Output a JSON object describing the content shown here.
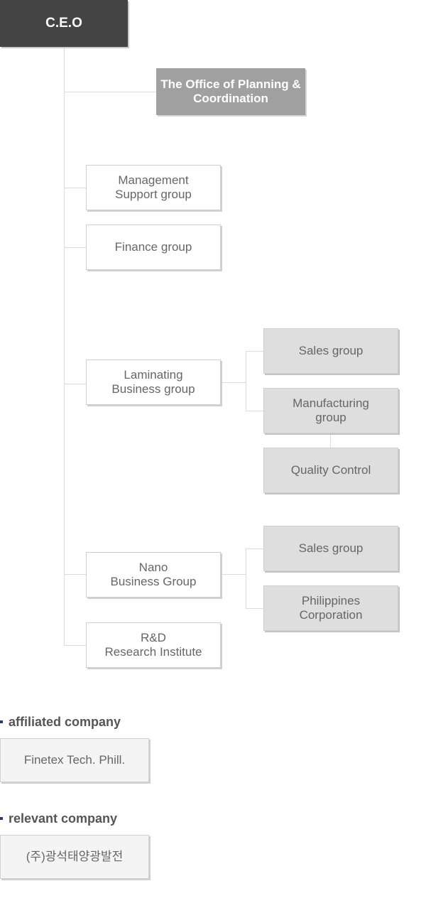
{
  "org": {
    "ceo": "C.E.O",
    "office": "The Office of Planning &\nCoordination",
    "management_support": "Management\nSupport group",
    "finance": "Finance group",
    "laminating": "Laminating\nBusiness group",
    "laminating_sales": "Sales group",
    "laminating_manufacturing": "Manufacturing\ngroup",
    "quality_control": "Quality Control",
    "nano": "Nano\nBusiness Group",
    "nano_sales": "Sales group",
    "philippines": "Philippines\nCorporation",
    "rnd": "R&D\nResearch Institute"
  },
  "affiliated": {
    "title": "affiliated company",
    "company": "Finetex Tech. Phill."
  },
  "relevant": {
    "title": "relevant company",
    "company": "(주)광석태양광발전"
  }
}
